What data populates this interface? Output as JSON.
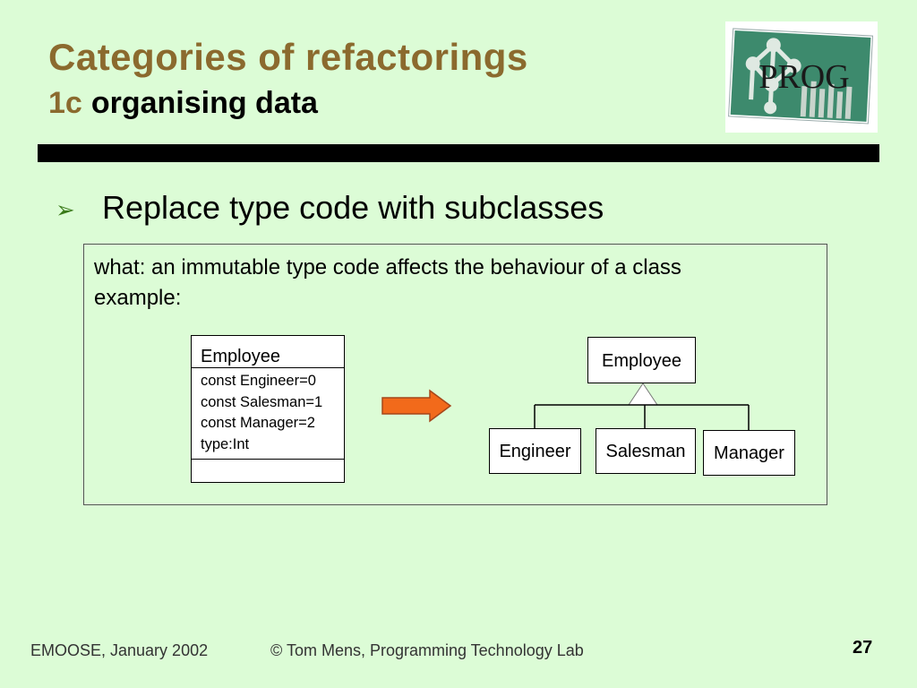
{
  "slide": {
    "title": "Categories of refactorings",
    "subtitle_number": "1c",
    "subtitle_text": "organising data",
    "bullet": "Replace type code with subclasses",
    "box": {
      "what": "what: an immutable type code affects the  behaviour of a class",
      "example": "example:"
    },
    "uml_before": {
      "class_name": "Employee",
      "attributes": [
        "const Engineer=0",
        "const Salesman=1",
        "const Manager=2",
        "type:Int"
      ]
    },
    "uml_after": {
      "parent": "Employee",
      "children": [
        "Engineer",
        "Salesman",
        "Manager"
      ]
    },
    "logo_text": "PROG",
    "colors": {
      "background": "#dcfcd6",
      "title": "#8b6a2e",
      "arrow": "#f26a1b"
    }
  },
  "footer": {
    "left": "EMOOSE, January 2002",
    "middle": "© Tom Mens, Programming Technology Lab",
    "page": "27"
  }
}
